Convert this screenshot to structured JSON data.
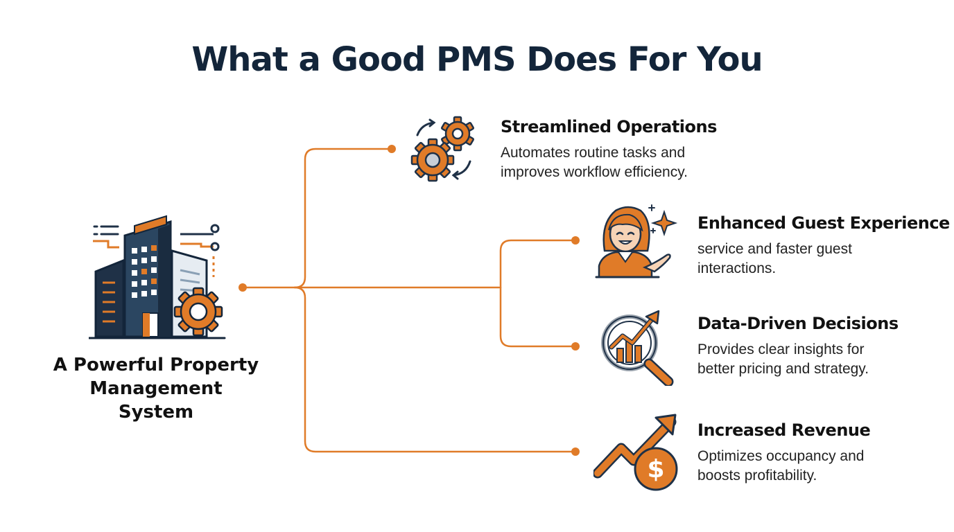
{
  "page_title": "What a Good PMS Does For You",
  "hub": {
    "label": "A Powerful Property\nManagement\nSystem",
    "icon": "building-gear-icon"
  },
  "colors": {
    "accent": "#e07b28",
    "navy": "#1f3147",
    "title": "#13253a"
  },
  "items": [
    {
      "title": "Streamlined Operations",
      "description": "Automates routine tasks and\nimproves workflow efficiency.",
      "icon": "gears-cycle-icon"
    },
    {
      "title": "Enhanced Guest Experience",
      "description": "service and faster guest\ninteractions.",
      "icon": "smiling-host-icon"
    },
    {
      "title": "Data-Driven Decisions",
      "description": "Provides clear insights for\nbetter pricing and strategy.",
      "icon": "magnifier-chart-icon"
    },
    {
      "title": "Increased Revenue",
      "description": "Optimizes occupancy and\nboosts profitability.",
      "icon": "rising-arrow-dollar-icon"
    }
  ]
}
